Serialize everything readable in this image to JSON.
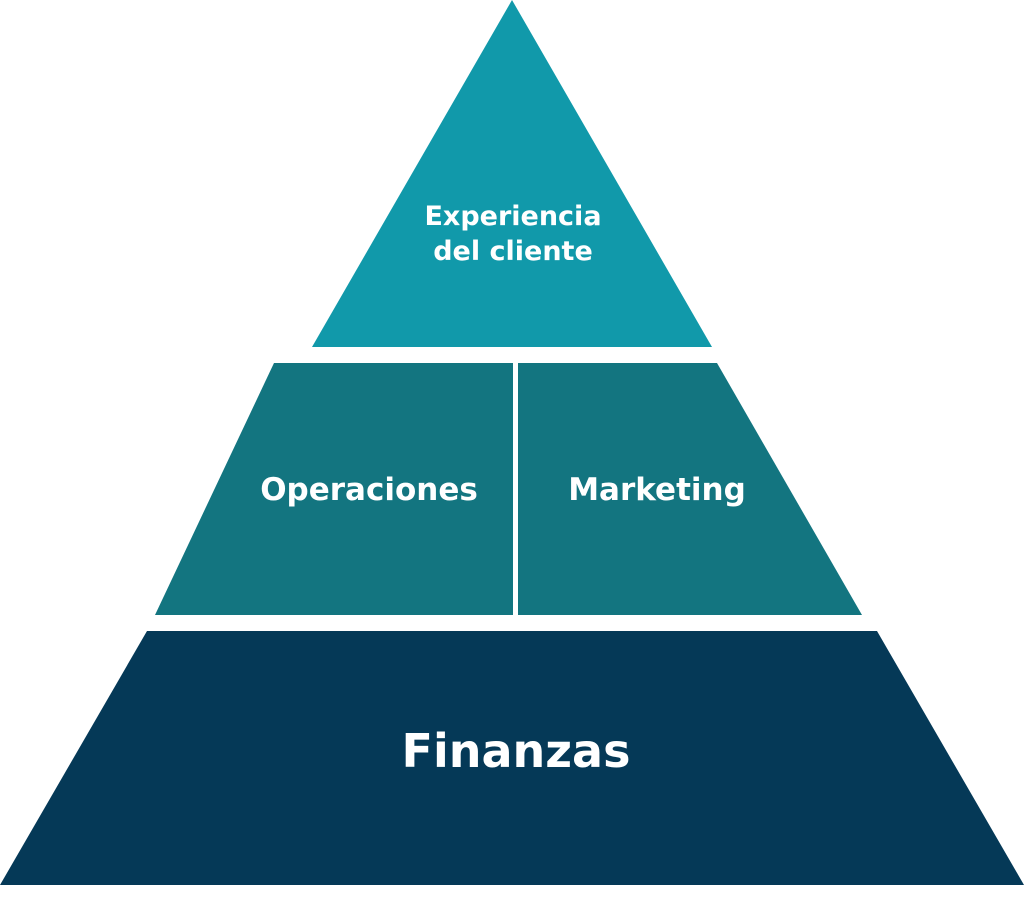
{
  "pyramid": {
    "top": {
      "label_line1": "Experiencia",
      "label_line2": "del cliente",
      "color": "#1199AA"
    },
    "middle_left": {
      "label": "Operaciones",
      "color": "#137580"
    },
    "middle_right": {
      "label": "Marketing",
      "color": "#137580"
    },
    "base": {
      "label": "Finanzas",
      "color": "#053957"
    }
  }
}
